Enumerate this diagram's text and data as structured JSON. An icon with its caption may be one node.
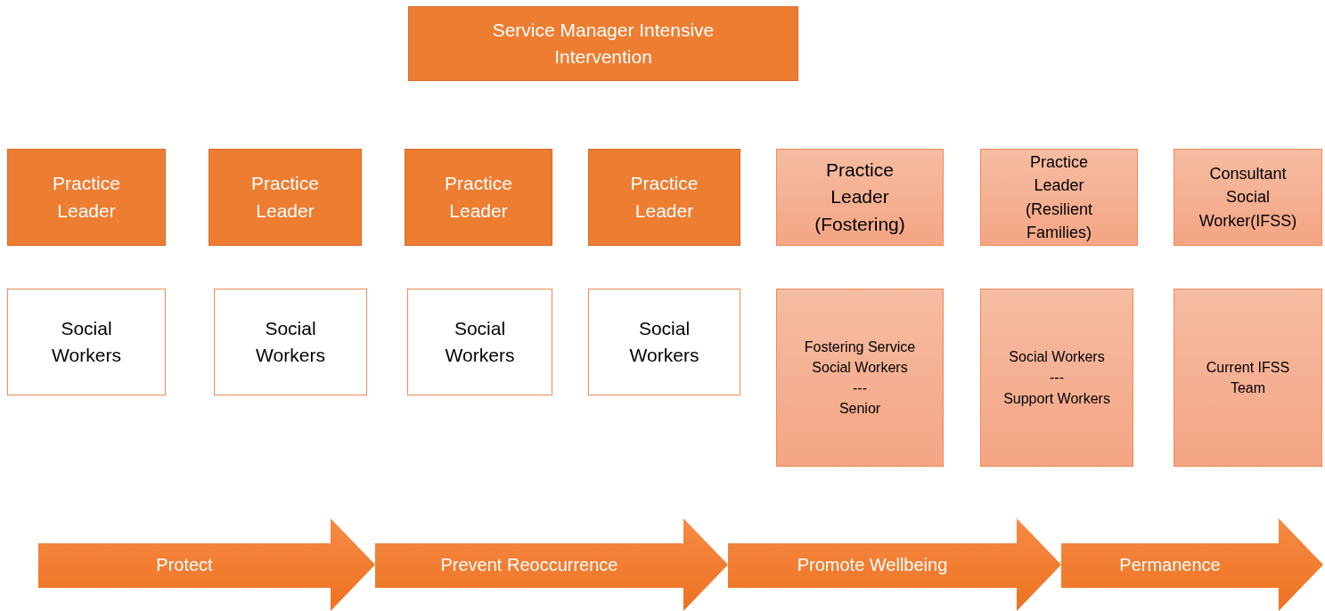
{
  "diagram": {
    "nodes": [
      {
        "text": [
          "Service Manager Intensive Intervention"
        ]
      },
      {
        "text": [
          "Practice Leader"
        ]
      },
      {
        "text": [
          "Practice Leader"
        ]
      },
      {
        "text": [
          "Practice Leader"
        ]
      },
      {
        "text": [
          "Practice Leader"
        ]
      },
      {
        "text": [
          "Practice Leader (Fostering)"
        ]
      },
      {
        "text": [
          "Practice Leader (Resilient Families)"
        ]
      },
      {
        "text": [
          "Consultant Social Worker(IFSS)"
        ]
      },
      {
        "text": [
          "Social Workers"
        ]
      },
      {
        "text": [
          "Social Workers"
        ]
      },
      {
        "text": [
          "Social Workers"
        ]
      },
      {
        "text": [
          "Social Workers"
        ]
      },
      {
        "text": [
          "Fostering Service Social Workers",
          "---",
          "Senior"
        ]
      },
      {
        "text": [
          "Social Workers",
          "---",
          "Support Workers"
        ]
      },
      {
        "text": [
          "Current IFSS Team"
        ]
      },
      {
        "text": [
          "Protect"
        ]
      },
      {
        "text": [
          "Prevent Reoccurrence"
        ]
      },
      {
        "text": [
          "Promote Wellbeing"
        ]
      },
      {
        "text": [
          "Permanence"
        ]
      }
    ]
  }
}
